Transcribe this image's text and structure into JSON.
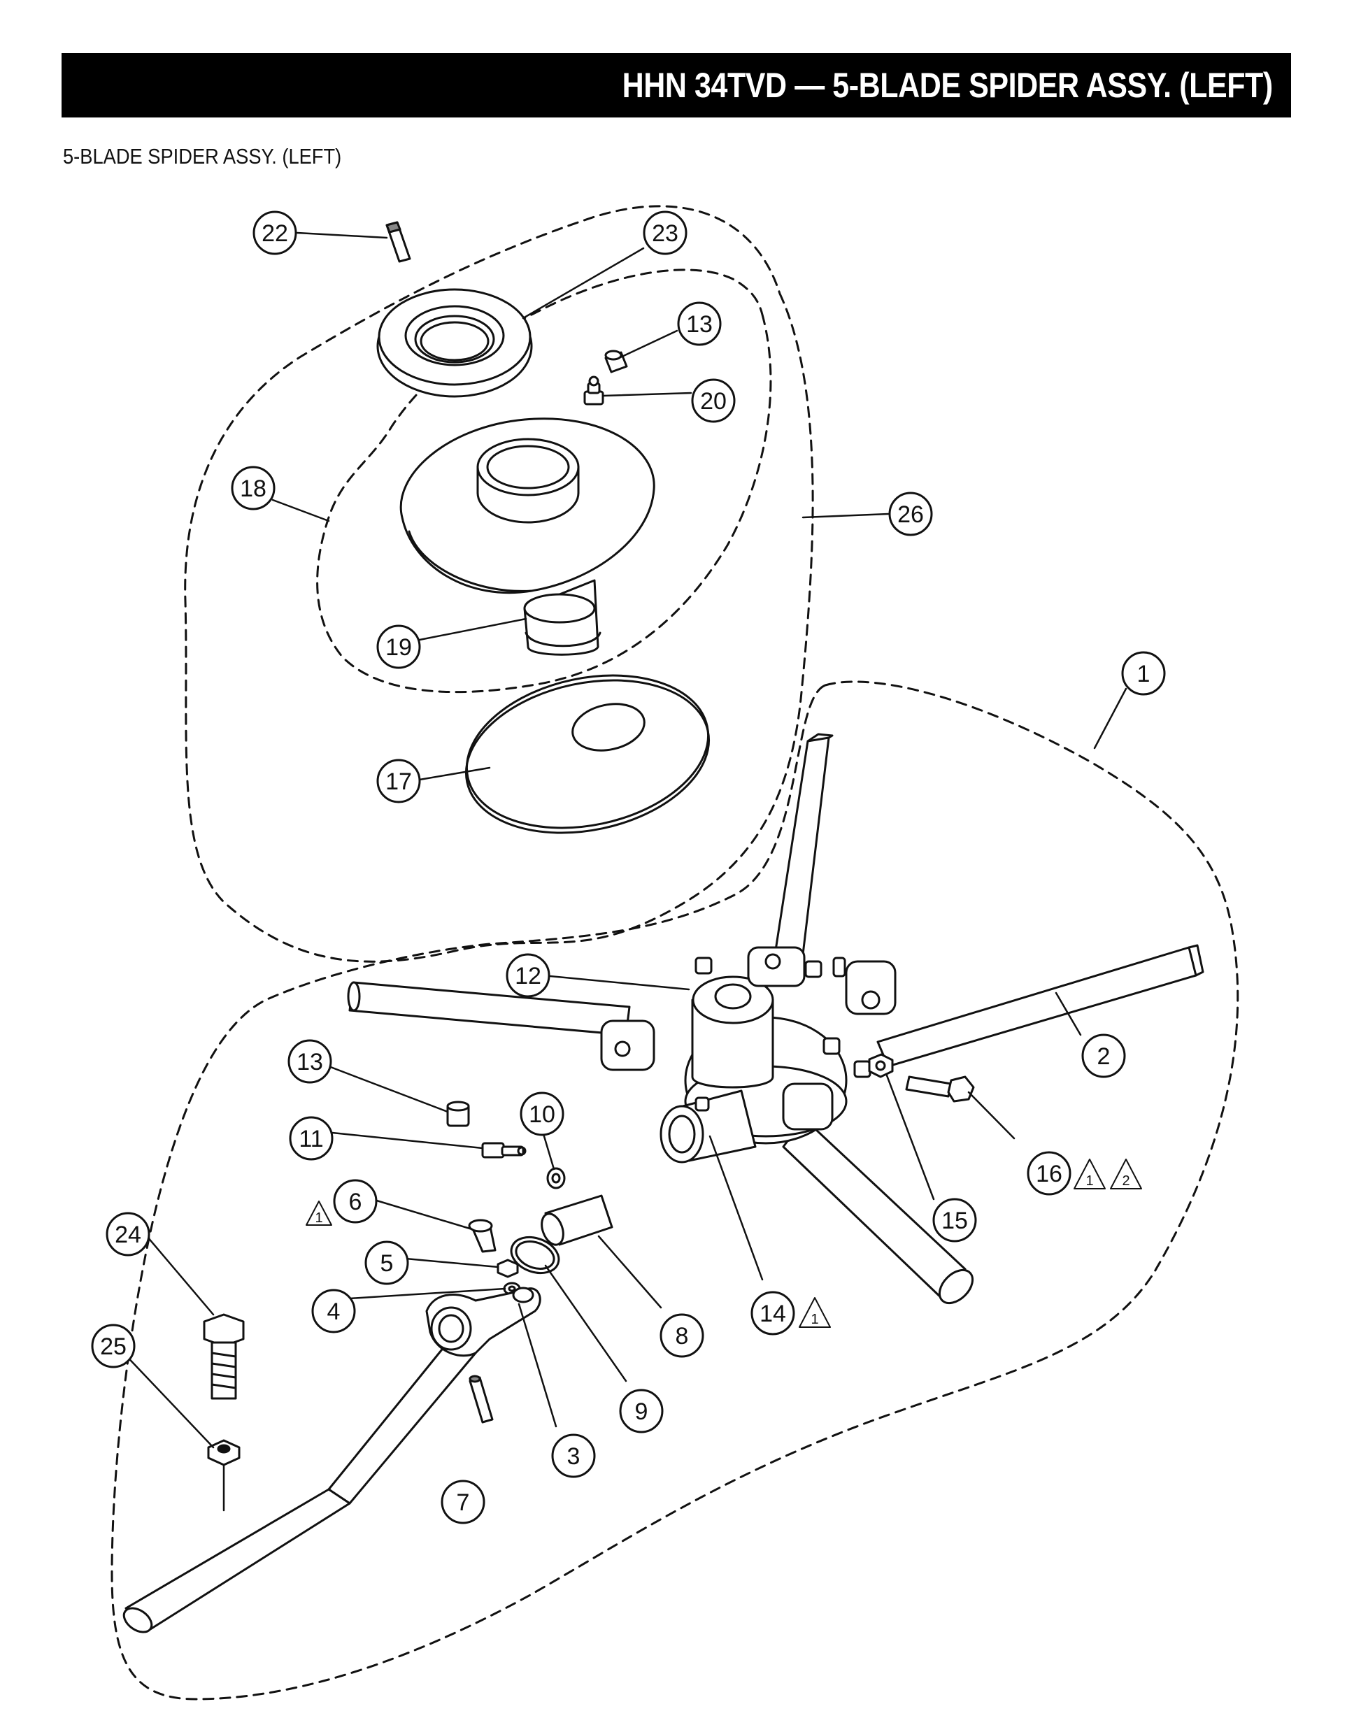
{
  "header": {
    "title": "HHN 34TVD — 5-BLADE SPIDER ASSY. (LEFT)"
  },
  "subtitle": "5-BLADE SPIDER ASSY. (LEFT)",
  "callouts": [
    "1",
    "2",
    "3",
    "4",
    "5",
    "6",
    "7",
    "8",
    "9",
    "10",
    "11",
    "12",
    "13",
    "13",
    "14",
    "15",
    "16",
    "17",
    "18",
    "19",
    "20",
    "22",
    "23",
    "24",
    "25",
    "26"
  ],
  "notes": [
    "1",
    "1",
    "1",
    "2"
  ]
}
